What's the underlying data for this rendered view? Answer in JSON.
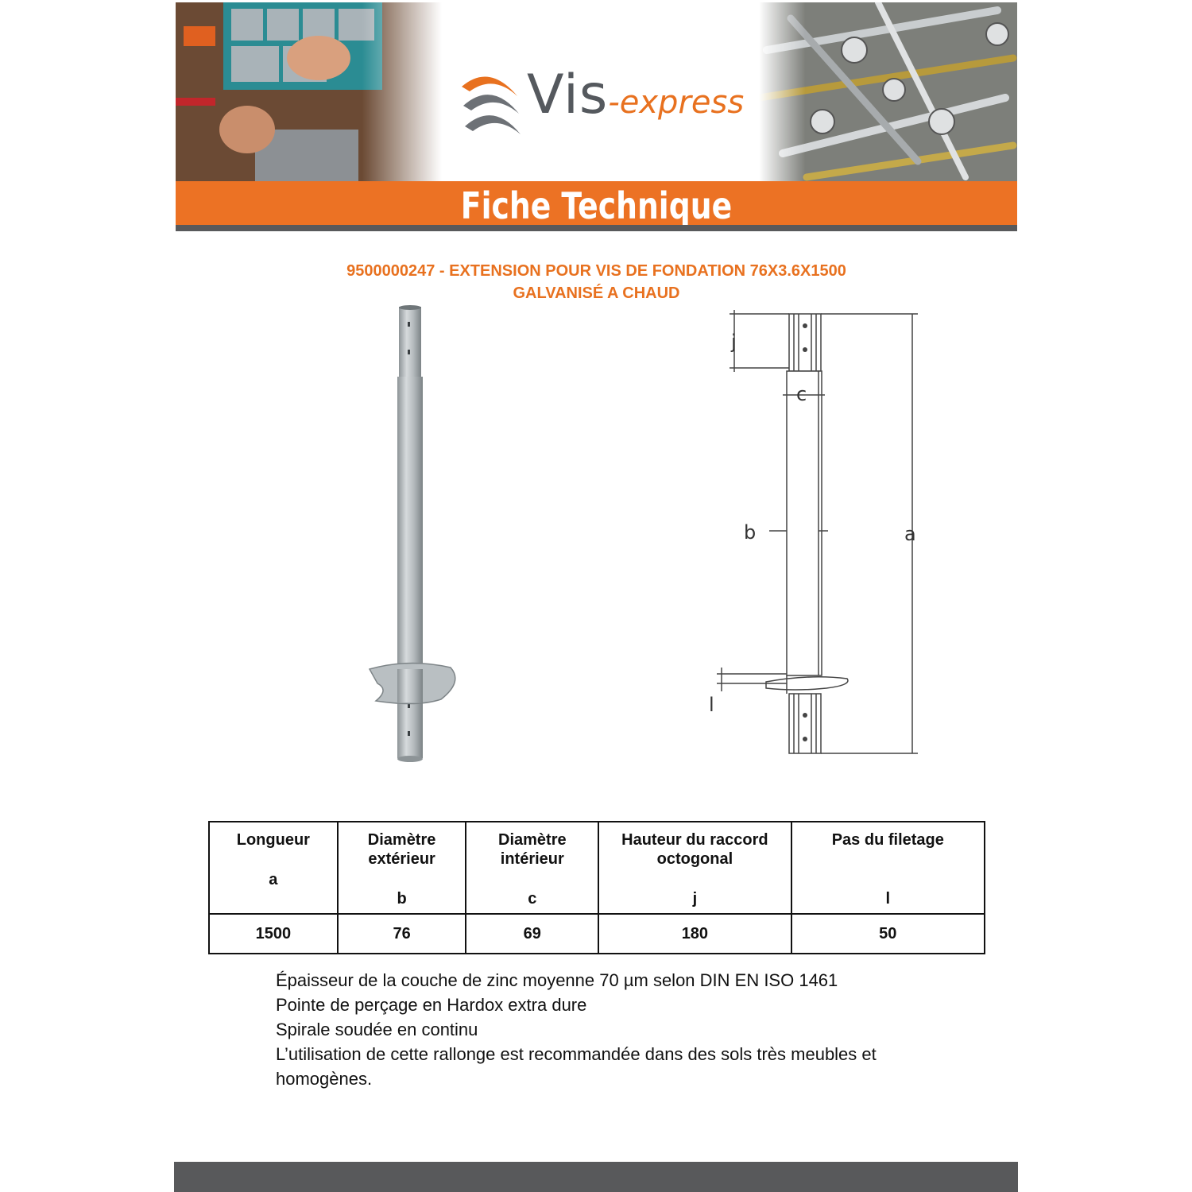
{
  "brand": {
    "name": "Vis",
    "suffix": "-express",
    "colors": {
      "orange": "#ec7224",
      "grey": "#58595b",
      "logo_grey": "#55595e"
    }
  },
  "banner": {
    "title": "Fiche Technique"
  },
  "product": {
    "title_line1": "9500000247 - EXTENSION POUR VIS DE FONDATION 76X3.6X1500",
    "title_line2": "GALVANISÉ A CHAUD"
  },
  "drawing_labels": {
    "j": "j",
    "c": "c",
    "b": "b",
    "a": "a",
    "l": "l"
  },
  "specs_table": {
    "headers": [
      {
        "label": "Longueur",
        "symbol": "a"
      },
      {
        "label": "Diamètre extérieur",
        "symbol": "b"
      },
      {
        "label": "Diamètre intérieur",
        "symbol": "c"
      },
      {
        "label": "Hauteur du raccord octogonal",
        "symbol": "j"
      },
      {
        "label": "Pas du filetage",
        "symbol": "l"
      }
    ],
    "values": [
      "1500",
      "76",
      "69",
      "180",
      "50"
    ]
  },
  "notes": [
    "Épaisseur de la couche de zinc moyenne 70 µm selon DIN EN ISO 1461",
    "Pointe de perçage en Hardox extra dure",
    "Spirale soudée en continu",
    "L’utilisation de cette rallonge est recommandée dans des sols très meubles et homogènes."
  ]
}
